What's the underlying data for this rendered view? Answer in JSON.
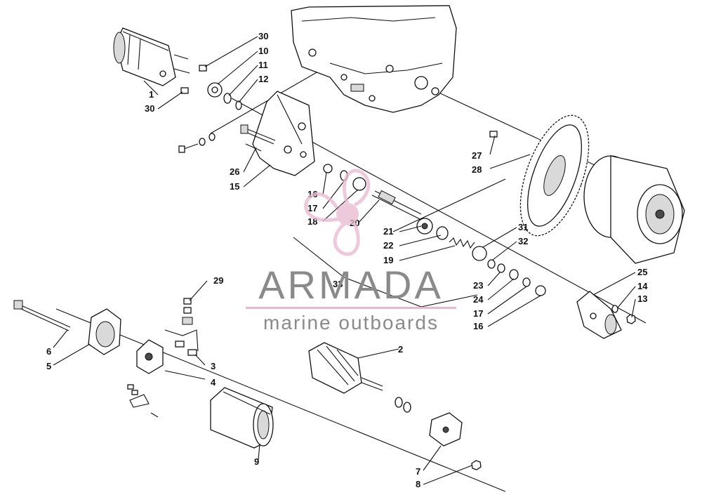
{
  "colors": {
    "ink": "#111111",
    "watermark_gray": "#8a8a8a",
    "watermark_pink": "#e9b8cf"
  },
  "watermark": {
    "name": "ARMADA",
    "tagline": "marine outboards"
  },
  "callouts": {
    "c1": "1",
    "c2": "2",
    "c3": "3",
    "c4": "4",
    "c5": "5",
    "c6": "6",
    "c7": "7",
    "c8": "8",
    "c9": "9",
    "c10": "10",
    "c11": "11",
    "c12": "12",
    "c13": "13",
    "c14": "14",
    "c15": "15",
    "c16a": "16",
    "c16b": "16",
    "c17a": "17",
    "c17b": "17",
    "c18": "18",
    "c19": "19",
    "c20": "20",
    "c21": "21",
    "c22": "22",
    "c23": "23",
    "c24": "24",
    "c25": "25",
    "c26": "26",
    "c27": "27",
    "c28": "28",
    "c29": "29",
    "c30a": "30",
    "c30b": "30",
    "c31": "31",
    "c32": "32",
    "c33": "33"
  }
}
